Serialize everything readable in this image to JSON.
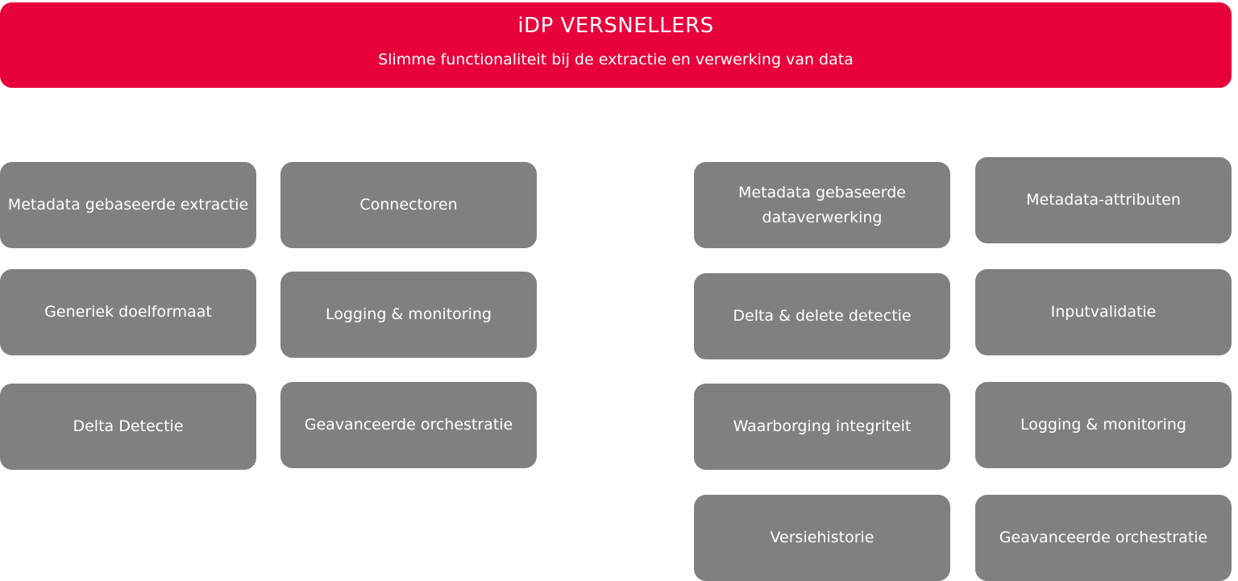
{
  "header": {
    "title": "iDP VERSNELLERS",
    "subtitle": "Slimme functionaliteit bij de extractie en verwerking van data",
    "color": "#e8003b"
  },
  "left_group": {
    "column1": [
      "Metadata gebaseerde extractie",
      "Generiek doelformaat",
      "Delta Detectie"
    ],
    "column2": [
      "Connectoren",
      "Logging & monitoring",
      "Geavanceerde orchestratie"
    ]
  },
  "right_group": {
    "column1": [
      "Metadata gebaseerde dataverwerking",
      "Delta & delete detectie",
      "Waarborging integriteit",
      "Versiehistorie"
    ],
    "column2": [
      "Metadata-attributen",
      "Inputvalidatie",
      "Logging & monitoring",
      "Geavanceerde orchestratie"
    ]
  },
  "box_color": "#808080"
}
